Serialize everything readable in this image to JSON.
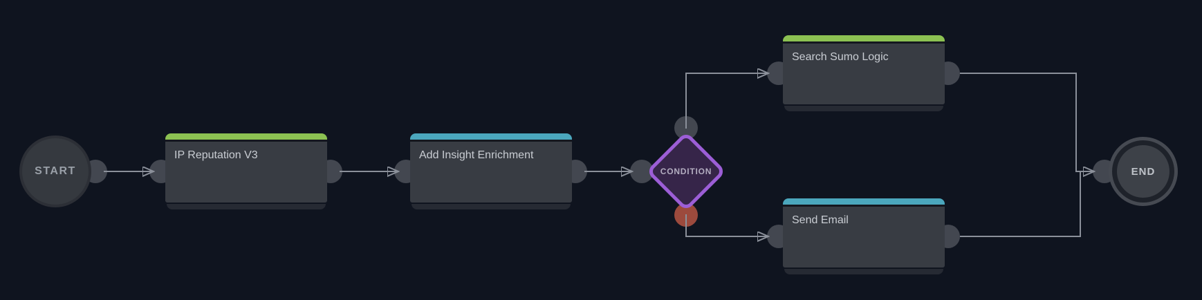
{
  "colors": {
    "bg": "#0f141f",
    "box-body": "#383c43",
    "box-strip": "#262a33",
    "box-divider": "#14171e",
    "green": "#8cc152",
    "teal": "#4ba7bd",
    "purple-border": "#9c5ed6",
    "purple-fill": "#362549",
    "port": "#434750",
    "port-red": "#9c4a3d",
    "line": "#8b909a",
    "text-light": "#c9cdd3",
    "text-start": "#9aa0a8",
    "text-end": "#bfc3c9",
    "text-condition": "#b3adc0"
  },
  "nodes": {
    "start": {
      "label": "START"
    },
    "actions": [
      {
        "label": "IP Reputation V3",
        "accent": "green"
      },
      {
        "label": "Add Insight Enrichment",
        "accent": "teal"
      },
      {
        "label": "Search Sumo Logic",
        "accent": "green"
      },
      {
        "label": "Send Email",
        "accent": "teal"
      }
    ],
    "condition": {
      "label": "CONDITION"
    },
    "end": {
      "label": "END"
    }
  }
}
